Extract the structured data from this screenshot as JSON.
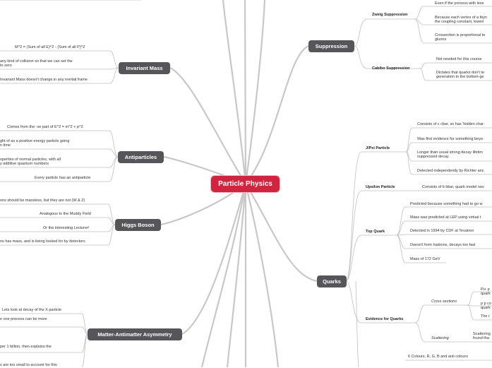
{
  "root": "Particle Physics",
  "topics": {
    "suppression": "Suppression",
    "invariant_mass": "Invariant Mass",
    "antiparticles": "Antiparticles",
    "higgs": "Higgs Boson",
    "asymmetry": "Matter-Antimatter Asymmetry",
    "quarks": "Quarks"
  },
  "suppression": {
    "zweig": "Zweig Suppression",
    "zweig_items": [
      "Even if the process with less",
      "Because each vertex of a feyn",
      "the coupling constant, loweri",
      "Crossection is proportional to",
      "gluons"
    ],
    "cabibo": "Cabibo Suppression",
    "cabibo_items": [
      "Not needed for this course",
      "Dictates that quarks don't te",
      "generation to the bottom-ge"
    ]
  },
  "invariant": {
    "items": [
      "M^2 = (Sum of all E)^2 - (Sum of all P)^2",
      "any kind of collision so that we can set the",
      "to zero",
      "Invariant Mass doesn't change in any inertial frame"
    ]
  },
  "anti": {
    "items": [
      "Comes from the -ve part of E^2 = m^2 + p^2",
      "ght of as a positive energy particle going",
      "n time",
      "operties of normal particles, with all",
      "y additive quantum numbers",
      "Every particle has an antiparticle"
    ]
  },
  "higgs_items": [
    "ons should be massless, but they are not (W & Z)",
    "Analogous to the Muddy Field",
    "Or the interesting Lecturer!",
    "ns has mass, and is being looked for by detectors"
  ],
  "asym_items": [
    "Lets look at decay of the X particle",
    "e one process can be more",
    "per 1 billion, then explains the",
    "s are too small to account for this"
  ],
  "quarks": {
    "jpsi": "J/Psi Particle",
    "jpsi_items": [
      "Consists of c cbar, so has 'hidden char",
      "Was first evidence for something beyo",
      "Longer than usual strong decay lifetim",
      "suppressed decay",
      "Detected independently by Richter anc"
    ],
    "upsilon": "Upsilon Particle",
    "upsilon_item": "Consists of b bbar, quark model nov",
    "top": "Top Quark",
    "top_items": [
      "Predicted because something had to go w",
      "Mass was predicted at LEP using virtual t",
      "Detected in 1994 by CDF at Tevatron",
      "Doesn't form hadrons, decays too fast",
      "Mass of 172 GeV"
    ],
    "evidence": "Evidence for Quarks",
    "cross": "Cross sections",
    "cross_items": [
      "Pi+ p",
      "quark",
      "p p co",
      "quark",
      "The r"
    ],
    "scattering": "Scattering",
    "scattering_items": [
      "Scattering",
      "found tha"
    ],
    "colours": "6 Colours, R, G, B and anti colours"
  }
}
